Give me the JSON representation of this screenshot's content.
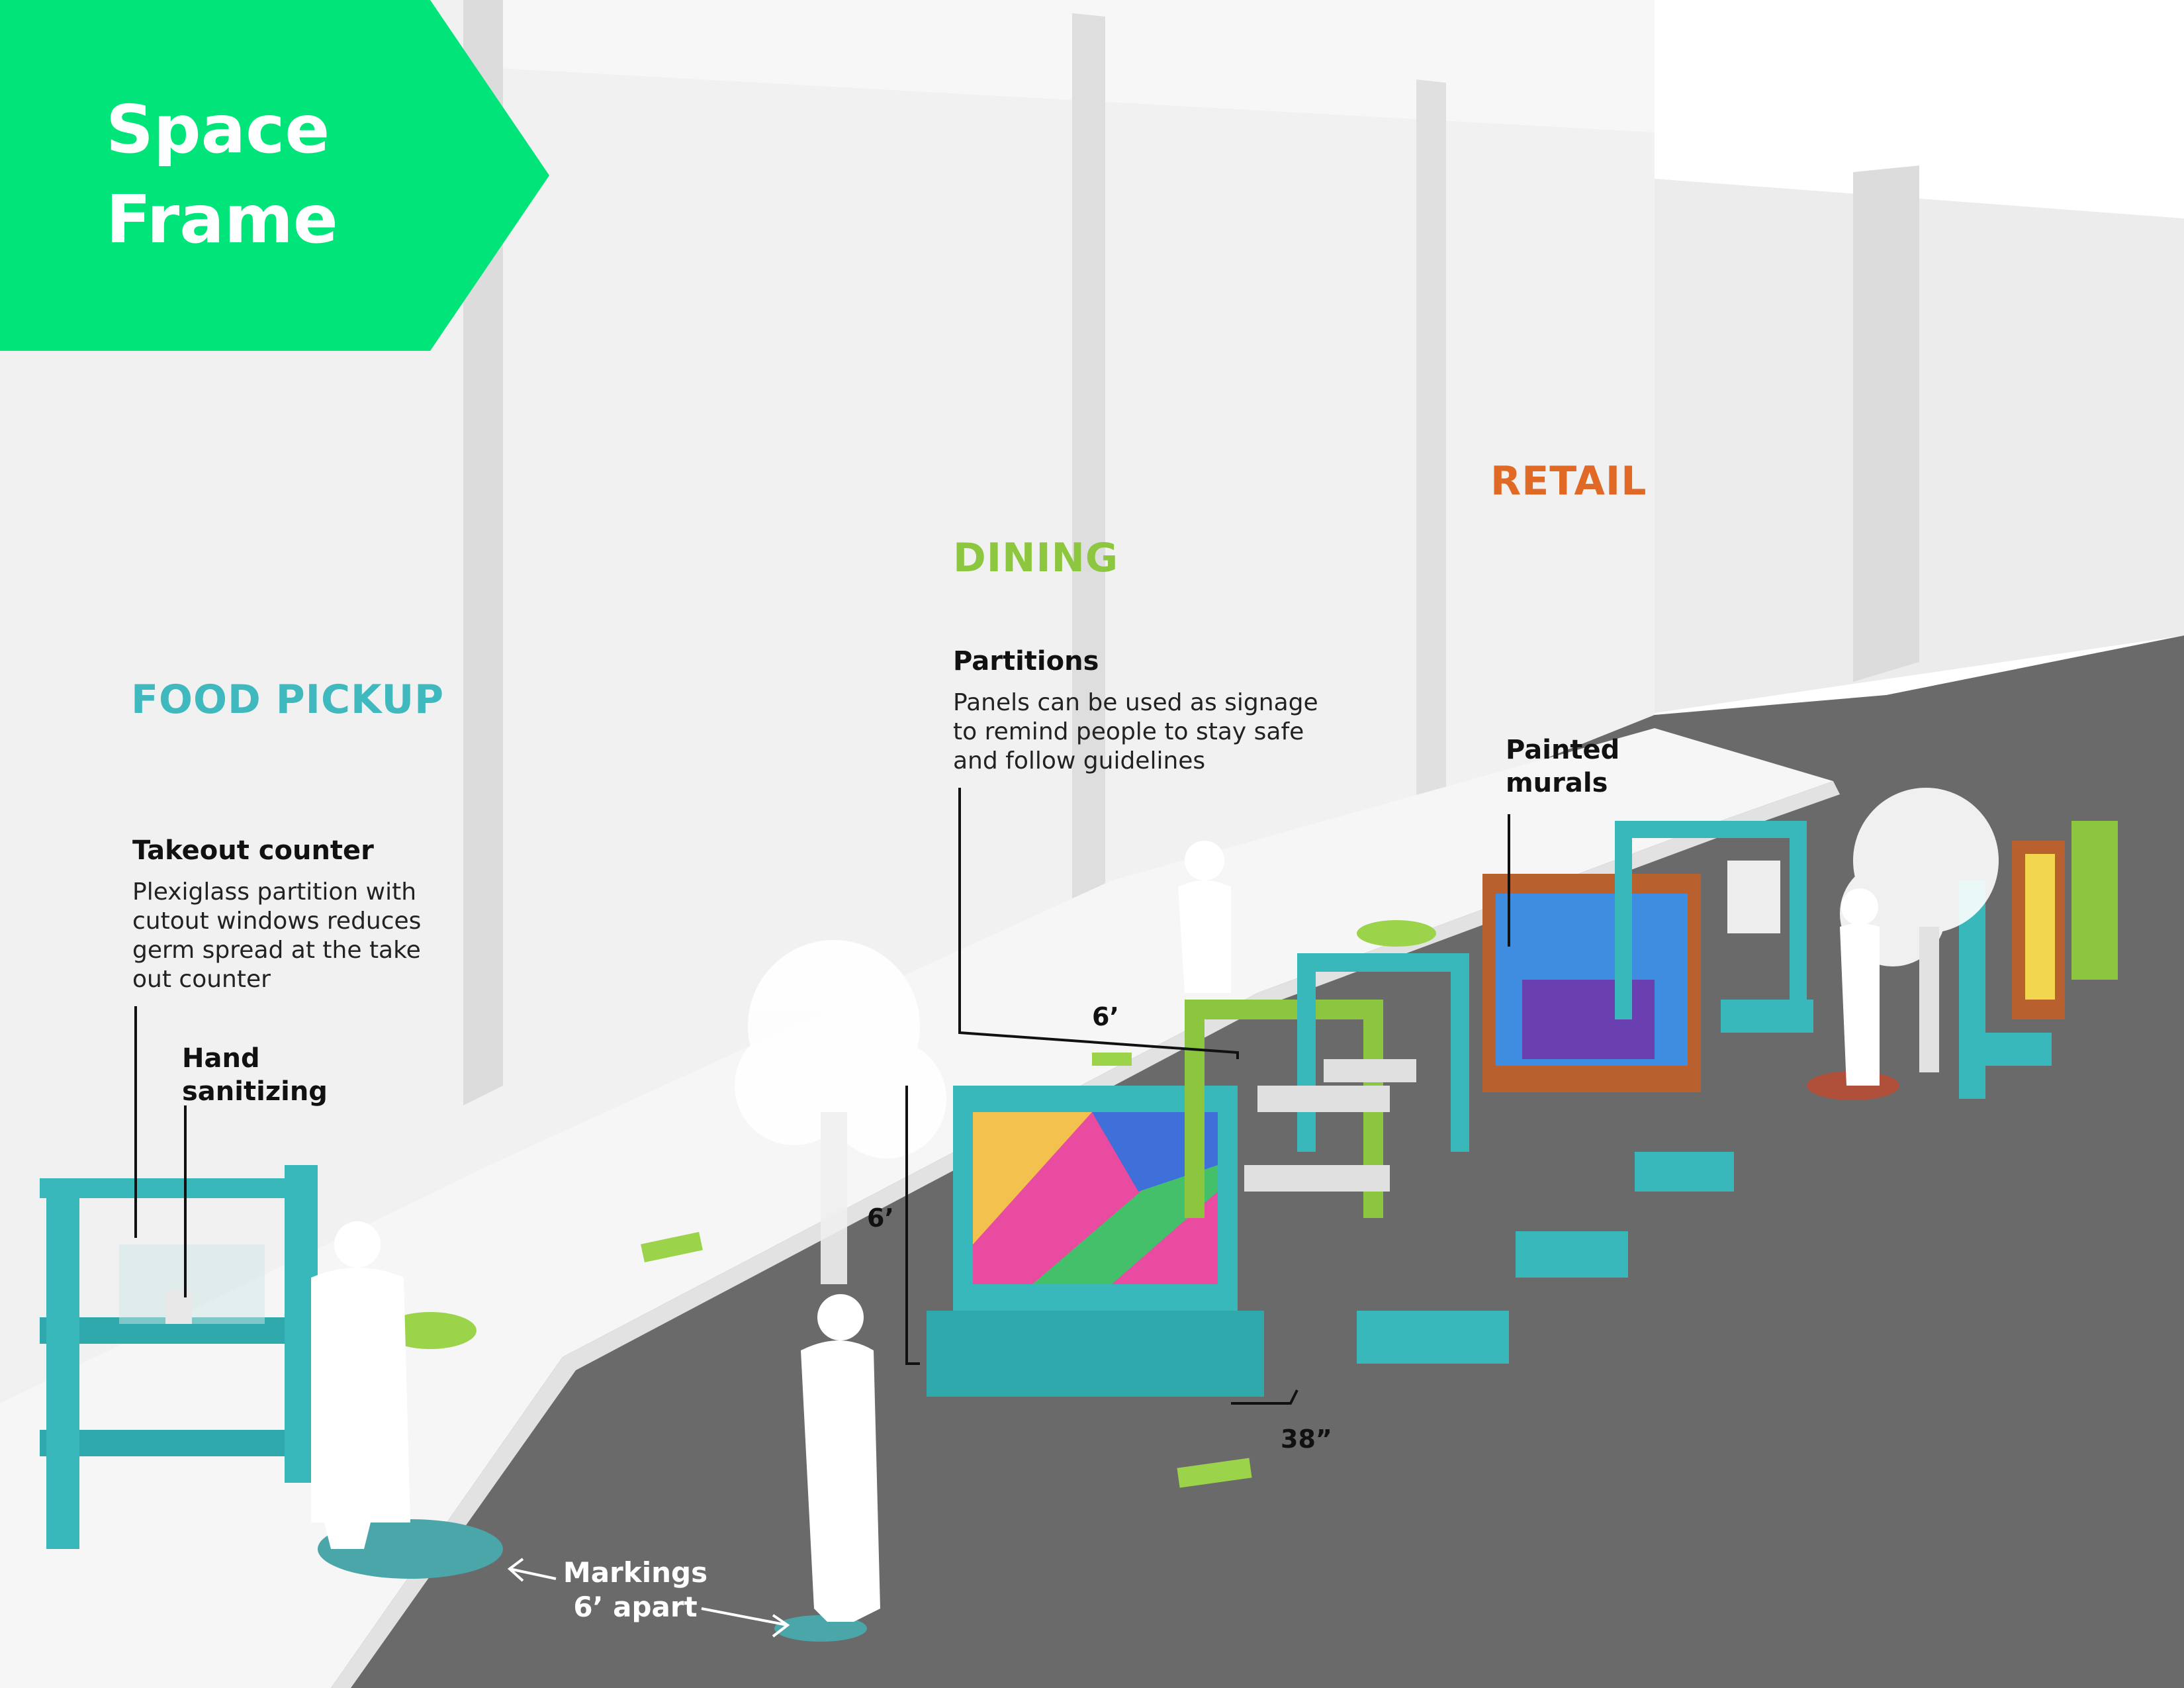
{
  "title": "Space\nFrame",
  "zones": {
    "food_pickup": "FOOD PICKUP",
    "dining": "DINING",
    "retail": "RETAIL"
  },
  "callouts": {
    "takeout_counter": {
      "heading": "Takeout counter",
      "body": "Plexiglass partition with\ncutout windows reduces\ngerm spread at the take\nout counter"
    },
    "hand_sanitizing": "Hand\nsanitizing",
    "partitions": {
      "heading": "Partitions",
      "body": "Panels can be used as signage\nto remind people to stay safe\nand follow guidelines"
    },
    "painted_murals": "Painted\nmurals",
    "markings": "Markings\n6’ apart"
  },
  "dimensions": {
    "width": "6’",
    "height": "6’",
    "depth": "38”"
  },
  "colors": {
    "title_banner": "#00E47A",
    "food_pickup": "#3FB9BE",
    "dining": "#8DC63F",
    "retail": "#E06A25",
    "teal_furniture": "#38B8BA",
    "green_furniture": "#8CC63F",
    "orange_furniture": "#B8602E",
    "floor_markings": "#9BD44B",
    "street": "#686868"
  }
}
